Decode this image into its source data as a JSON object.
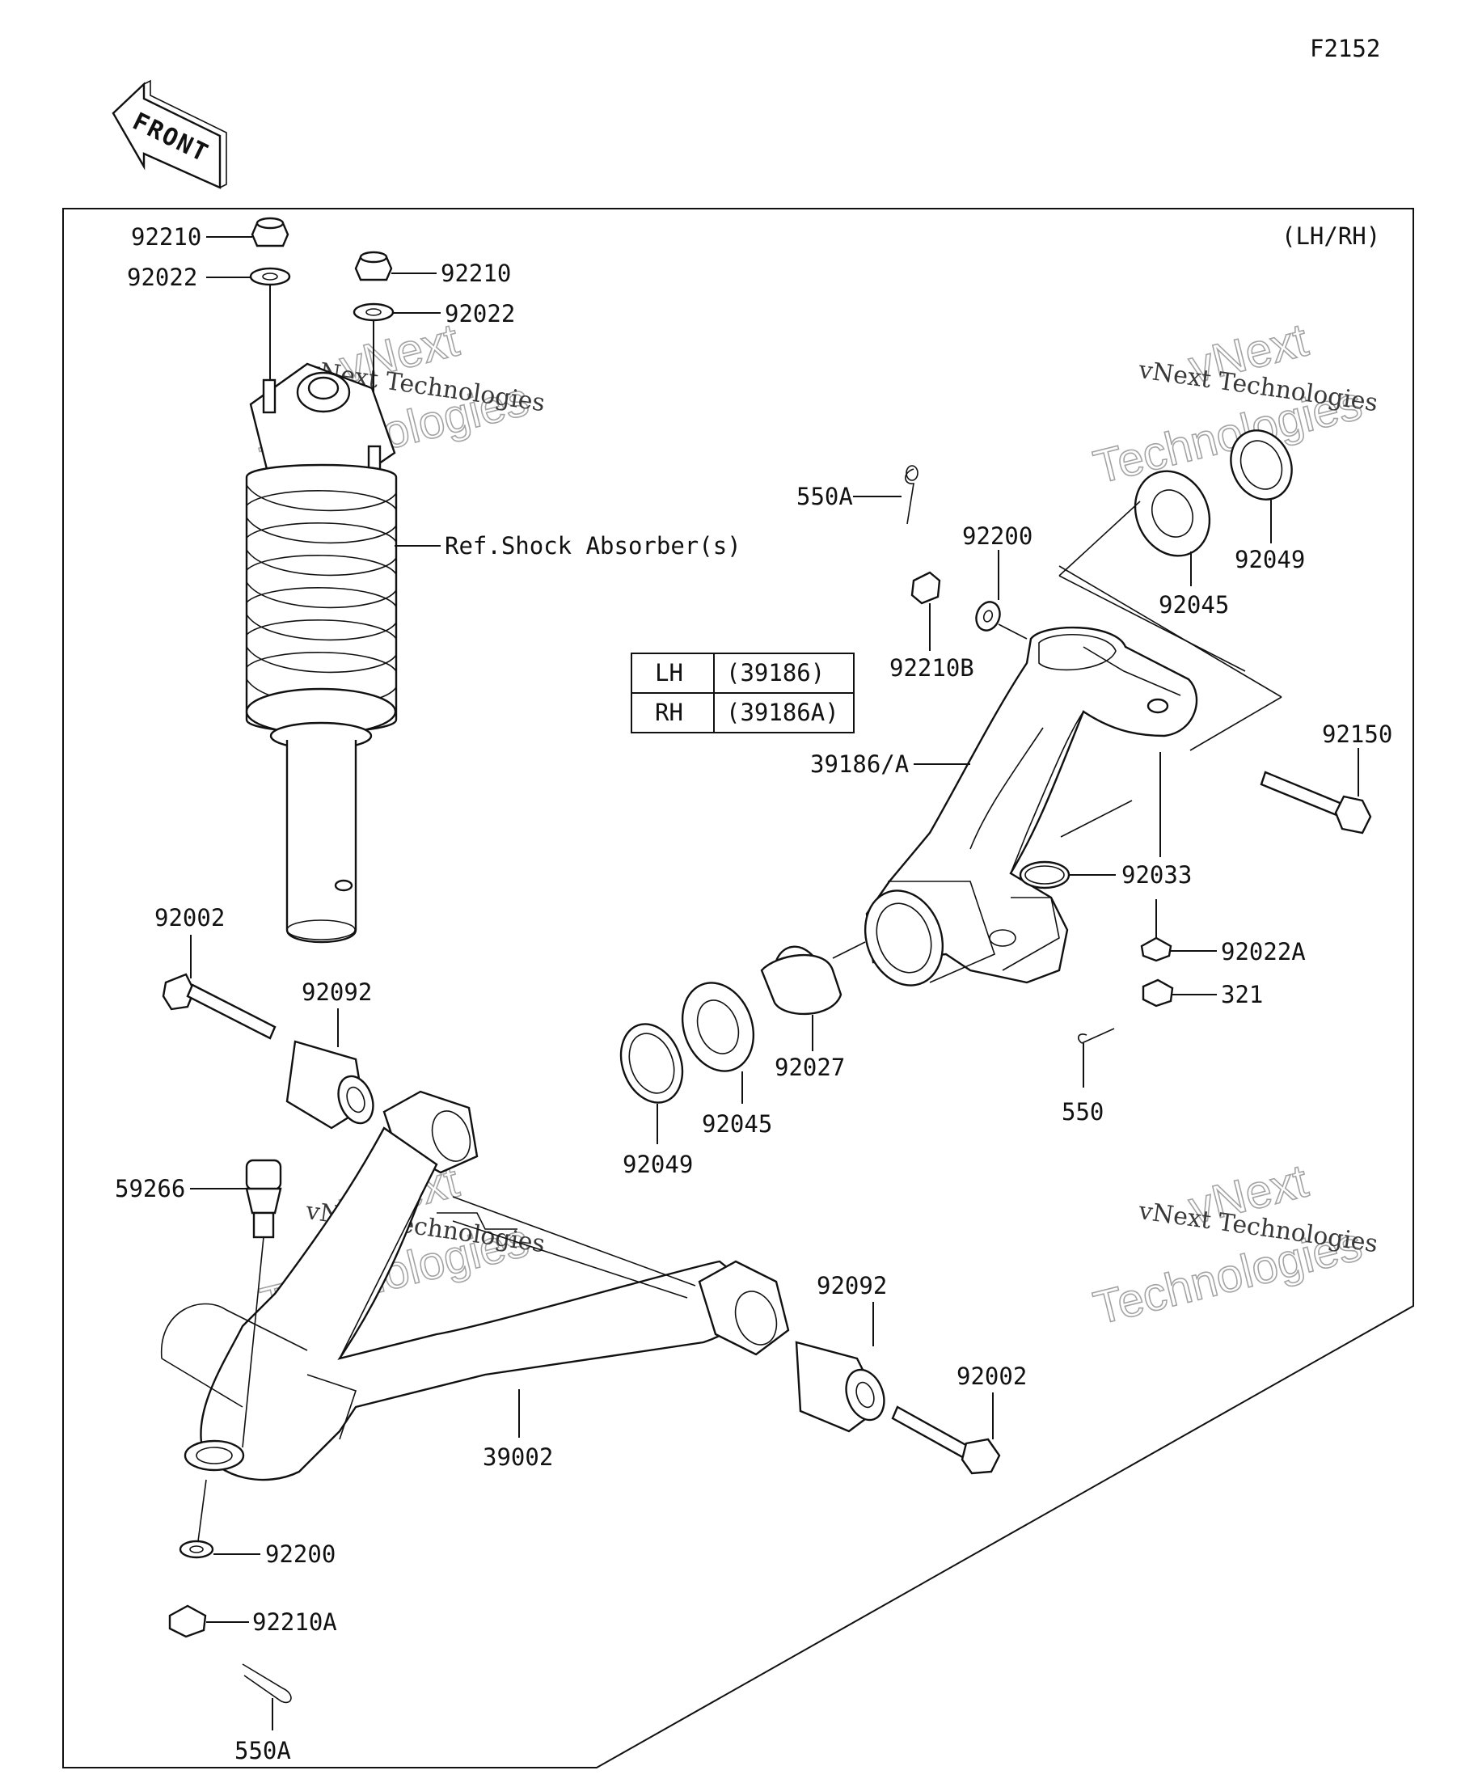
{
  "figure_code": "F2152",
  "side_note": "(LH/RH)",
  "front_arrow_text": "FRONT",
  "reference_label": "Ref.Shock Absorber(s)",
  "variant_table": [
    {
      "side": "LH",
      "part": "(39186)"
    },
    {
      "side": "RH",
      "part": "(39186A)"
    }
  ],
  "watermark": {
    "line1": "vNext Technologies",
    "line2": "vNext",
    "line3": "Technologies"
  },
  "callouts": [
    "92210",
    "92022",
    "92210",
    "92022",
    "550A",
    "92200",
    "92210B",
    "92045",
    "92049",
    "92150",
    "39186/A",
    "92033",
    "92022A",
    "321",
    "550",
    "92002",
    "92092",
    "92027",
    "92045",
    "92049",
    "59266",
    "92092",
    "92002",
    "39002",
    "92200",
    "92210A",
    "550A"
  ]
}
